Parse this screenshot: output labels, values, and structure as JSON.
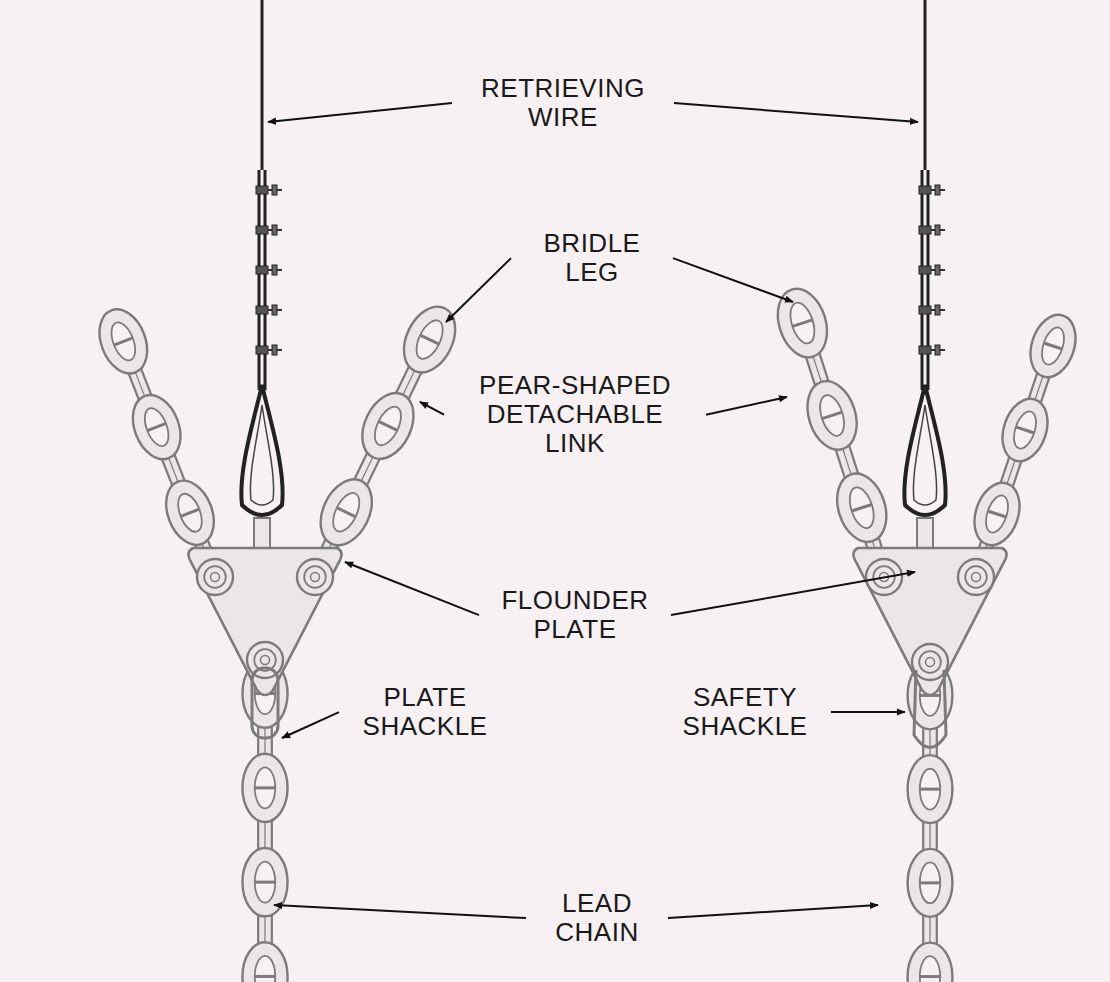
{
  "diagram": {
    "labels": [
      "RETRIEVING WIRE",
      "BRIDLE LEG",
      "PEAR-SHAPED DETACHABLE LINK",
      "FLOUNDER PLATE",
      "PLATE SHACKLE",
      "SAFETY SHACKLE",
      "LEAD CHAIN"
    ]
  }
}
